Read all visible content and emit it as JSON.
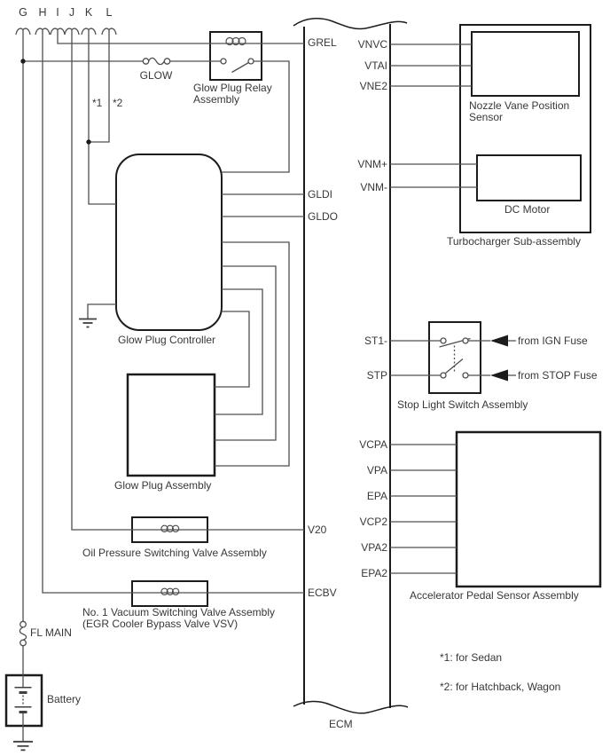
{
  "connectors": [
    "G",
    "H",
    "I",
    "J",
    "K",
    "L"
  ],
  "variant_marks": {
    "k": "*1",
    "l": "*2"
  },
  "fuses": {
    "glow": "GLOW",
    "fl_main": "FL MAIN"
  },
  "components": {
    "glow_plug_relay_line1": "Glow Plug Relay",
    "glow_plug_relay_line2": "Assembly",
    "glow_plug_controller": "Glow Plug Controller",
    "glow_plug_assembly": "Glow Plug Assembly",
    "oil_pressure_vsv": "Oil Pressure Switching Valve Assembly",
    "vacuum_vsv_line1": "No. 1 Vacuum Switching Valve Assembly",
    "vacuum_vsv_line2": "(EGR Cooler Bypass Valve VSV)",
    "battery": "Battery",
    "nozzle_sensor_line1": "Nozzle Vane Position",
    "nozzle_sensor_line2": "Sensor",
    "dc_motor": "DC Motor",
    "turbocharger": "Turbocharger Sub-assembly",
    "stop_light_switch": "Stop Light Switch Assembly",
    "accel_pedal_sensor": "Accelerator Pedal Sensor Assembly"
  },
  "ecm": {
    "label": "ECM",
    "pins_left": [
      "GREL",
      "GLDI",
      "GLDO",
      "V20",
      "ECBV"
    ],
    "pins_right": [
      "VNVC",
      "VTAI",
      "VNE2",
      "VNM+",
      "VNM-",
      "ST1-",
      "STP",
      "VCPA",
      "VPA",
      "EPA",
      "VCP2",
      "VPA2",
      "EPA2"
    ]
  },
  "arrows": {
    "ign": "from IGN Fuse",
    "stop": "from STOP Fuse"
  },
  "notes": {
    "note1": "*1: for Sedan",
    "note2": "*2: for Hatchback, Wagon"
  }
}
